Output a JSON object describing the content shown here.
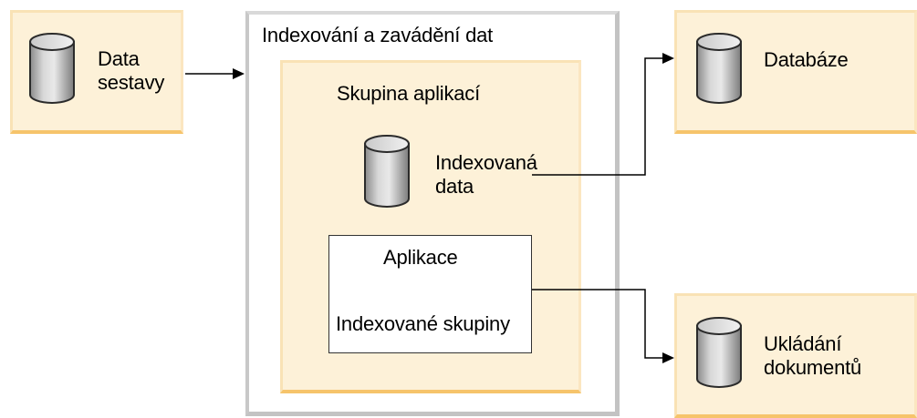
{
  "nodes": {
    "report_data": {
      "label_line1": "Data",
      "label_line2": "sestavy"
    },
    "indexing": {
      "title": "Indexování a zavádění dat"
    },
    "app_group": {
      "title": "Skupina aplikací"
    },
    "indexed_data": {
      "label_line1": "Indexovaná",
      "label_line2": "data"
    },
    "application": {
      "title": "Aplikace",
      "subtitle": "Indexované skupiny"
    },
    "database": {
      "label": "Databáze"
    },
    "doc_storage": {
      "label_line1": "Ukládání",
      "label_line2": "dokumentů"
    }
  },
  "colors": {
    "box_fill": "#fdf1d8",
    "box_bottom": "#f6c46b",
    "frame_border": "#c3c3c3",
    "cylinder_light": "#d4d4d4",
    "cylinder_dark": "#6e6e6e"
  },
  "icons": [
    "database-cylinder-icon",
    "arrow-right-icon"
  ]
}
